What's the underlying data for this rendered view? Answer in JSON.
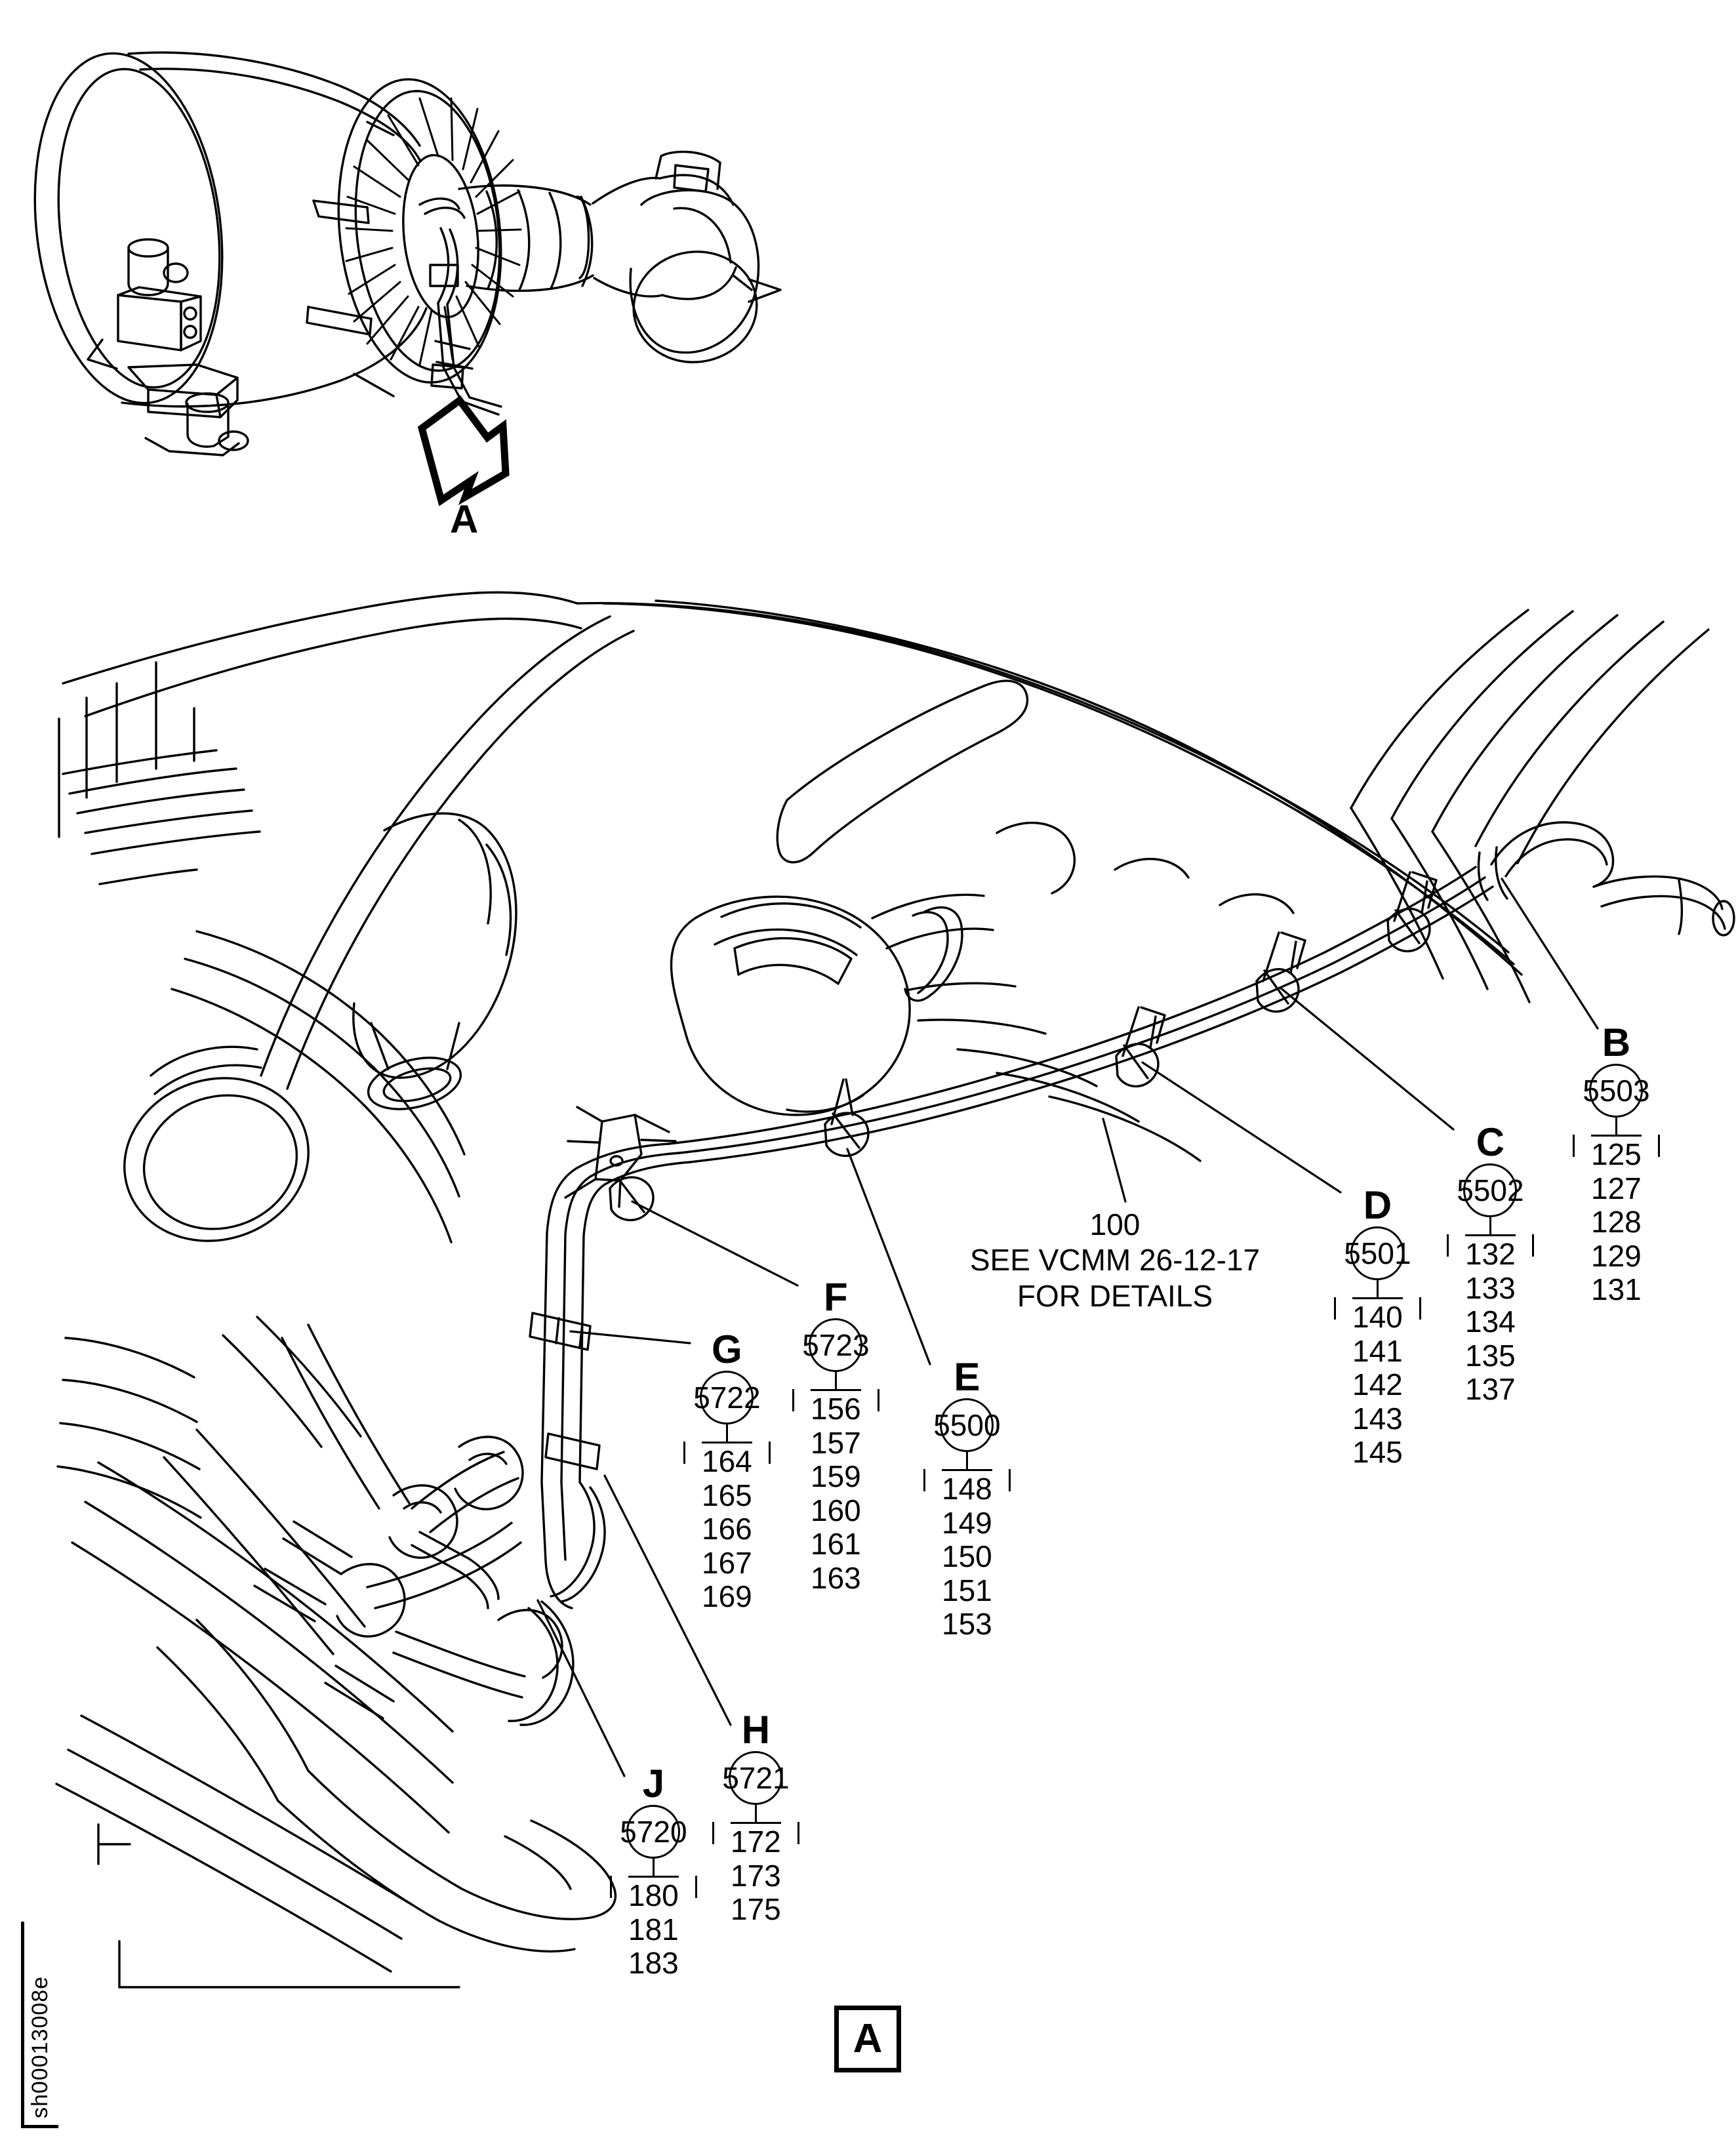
{
  "sheet": {
    "id_text": "sh00013008e",
    "view_box_label": "A",
    "view_arrow_label": "A"
  },
  "note": {
    "item": "100",
    "line1": "SEE VCMM 26-12-17",
    "line2": "FOR DETAILS",
    "full": "100\nSEE VCMM 26-12-17\nFOR DETAILS"
  },
  "callouts": [
    {
      "letter": "B",
      "bubble": "5503",
      "items": [
        "125",
        "127",
        "128",
        "129",
        "131"
      ]
    },
    {
      "letter": "C",
      "bubble": "5502",
      "items": [
        "132",
        "133",
        "134",
        "135",
        "137"
      ]
    },
    {
      "letter": "D",
      "bubble": "5501",
      "items": [
        "140",
        "141",
        "142",
        "143",
        "145"
      ]
    },
    {
      "letter": "E",
      "bubble": "5500",
      "items": [
        "148",
        "149",
        "150",
        "151",
        "153"
      ]
    },
    {
      "letter": "F",
      "bubble": "5723",
      "items": [
        "156",
        "157",
        "159",
        "160",
        "161",
        "163"
      ]
    },
    {
      "letter": "G",
      "bubble": "5722",
      "items": [
        "164",
        "165",
        "166",
        "167",
        "169"
      ]
    },
    {
      "letter": "H",
      "bubble": "5721",
      "items": [
        "172",
        "173",
        "175"
      ]
    },
    {
      "letter": "J",
      "bubble": "5720",
      "items": [
        "180",
        "181",
        "183"
      ]
    }
  ],
  "colors": {
    "line": "#000000",
    "background": "#ffffff"
  }
}
